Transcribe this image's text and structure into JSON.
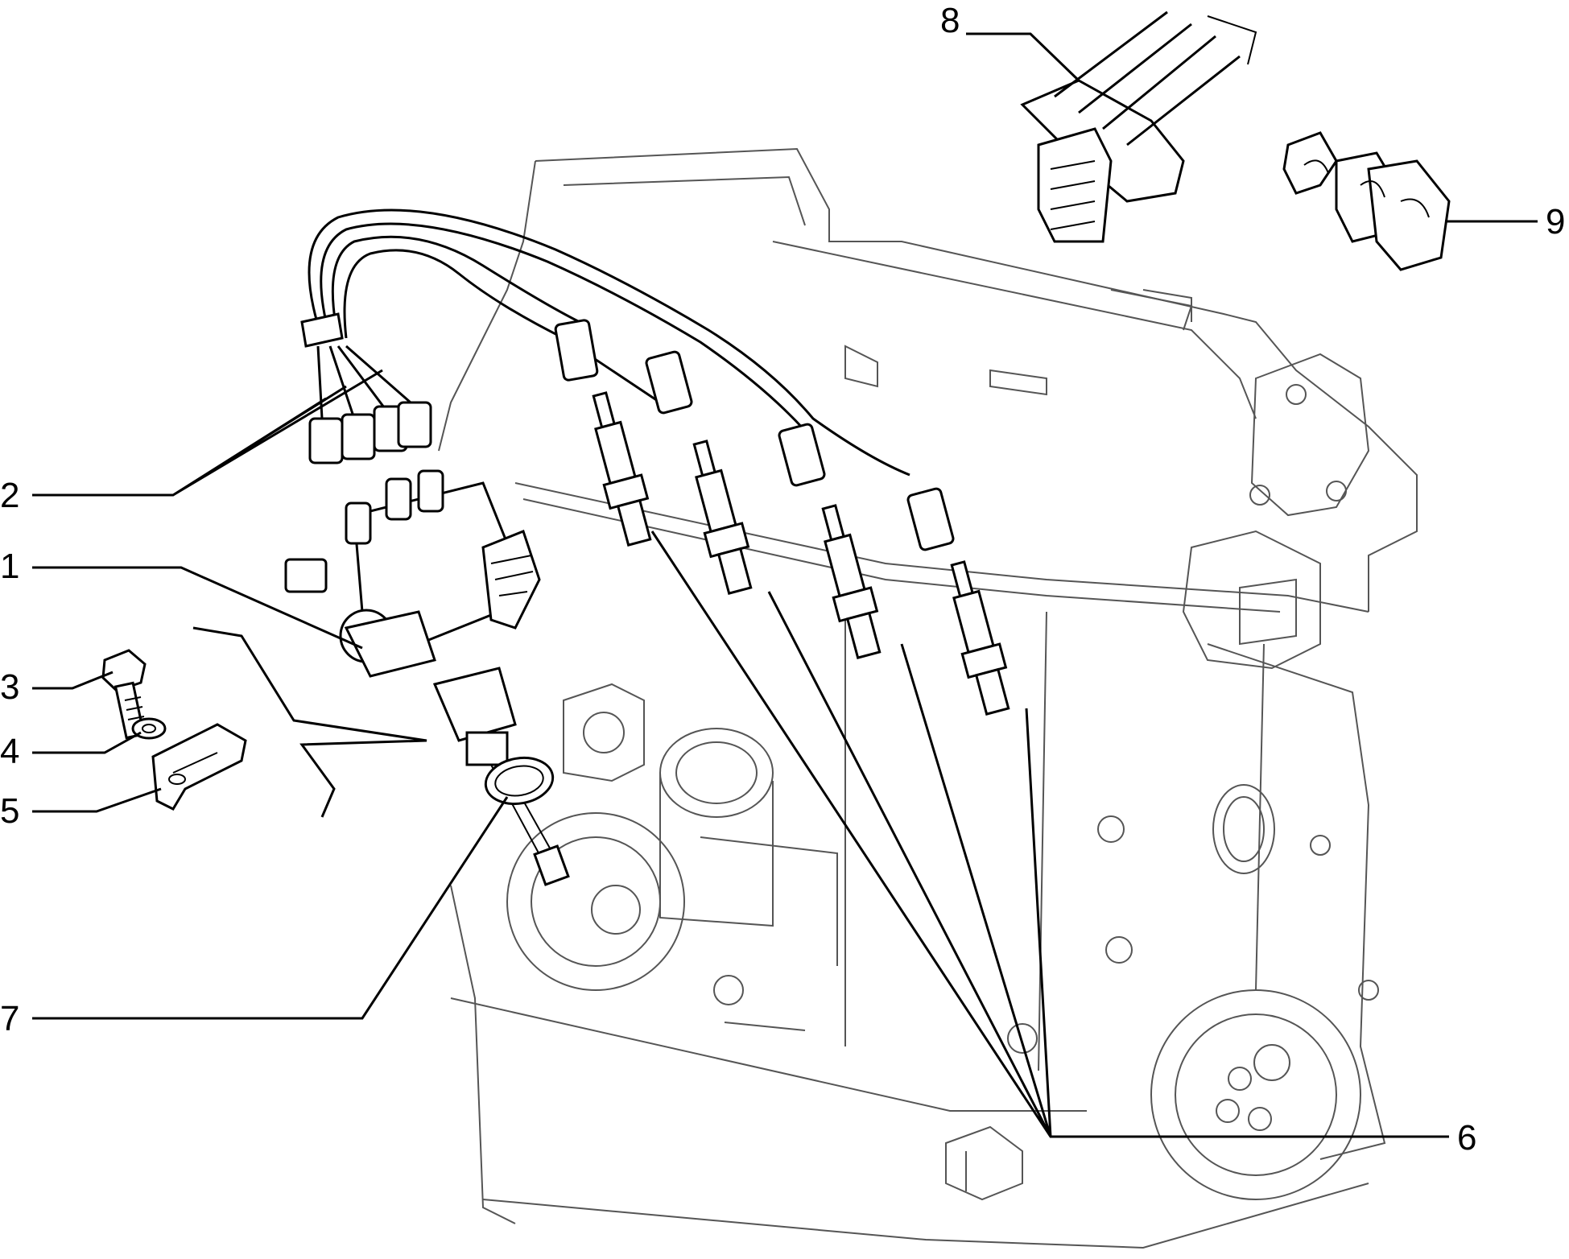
{
  "diagram": {
    "callouts": [
      {
        "id": "1",
        "label": "1"
      },
      {
        "id": "2",
        "label": "2"
      },
      {
        "id": "3",
        "label": "3"
      },
      {
        "id": "4",
        "label": "4"
      },
      {
        "id": "5",
        "label": "5"
      },
      {
        "id": "6",
        "label": "6"
      },
      {
        "id": "7",
        "label": "7"
      },
      {
        "id": "8",
        "label": "8"
      },
      {
        "id": "9",
        "label": "9"
      }
    ]
  },
  "colors": {
    "line": "#000000",
    "ghost_line": "#555555",
    "background": "#ffffff"
  }
}
